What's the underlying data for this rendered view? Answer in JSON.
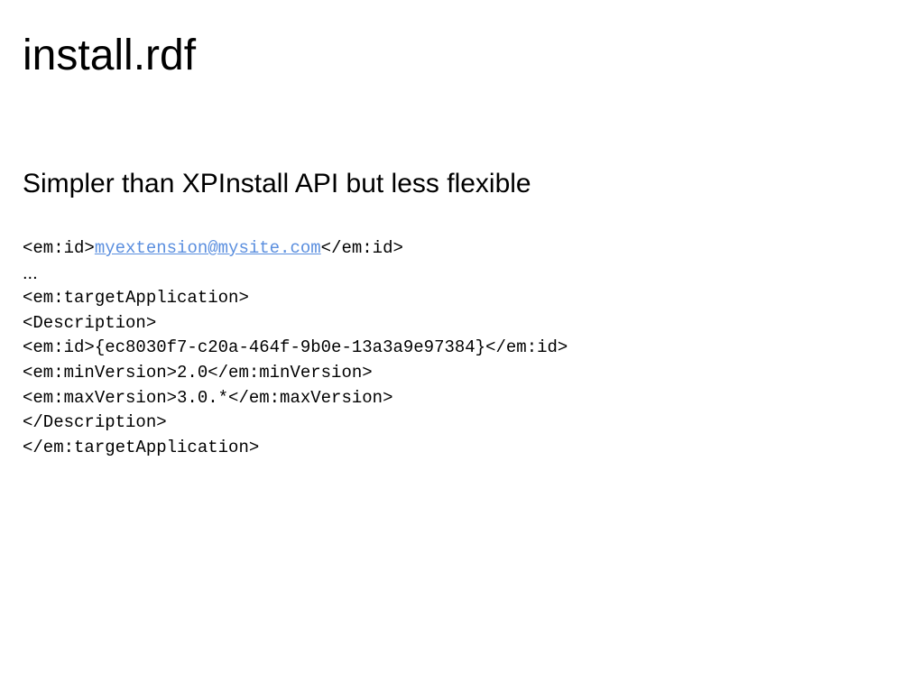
{
  "slide": {
    "title": "install.rdf",
    "subtitle": "Simpler than XPInstall API but less flexible",
    "code": {
      "id_open": "<em:id>",
      "id_link": "myextension@mysite.com",
      "id_close": "</em:id>",
      "ellipsis": "...",
      "lines": [
        "<em:targetApplication>",
        "<Description>",
        "<em:id>{ec8030f7-c20a-464f-9b0e-13a3a9e97384}</em:id>",
        "<em:minVersion>2.0</em:minVersion>",
        "<em:maxVersion>3.0.*</em:maxVersion>",
        "</Description>",
        "</em:targetApplication>"
      ]
    },
    "colors": {
      "link": "#5b8fdf",
      "text": "#000000",
      "background": "#ffffff"
    }
  }
}
